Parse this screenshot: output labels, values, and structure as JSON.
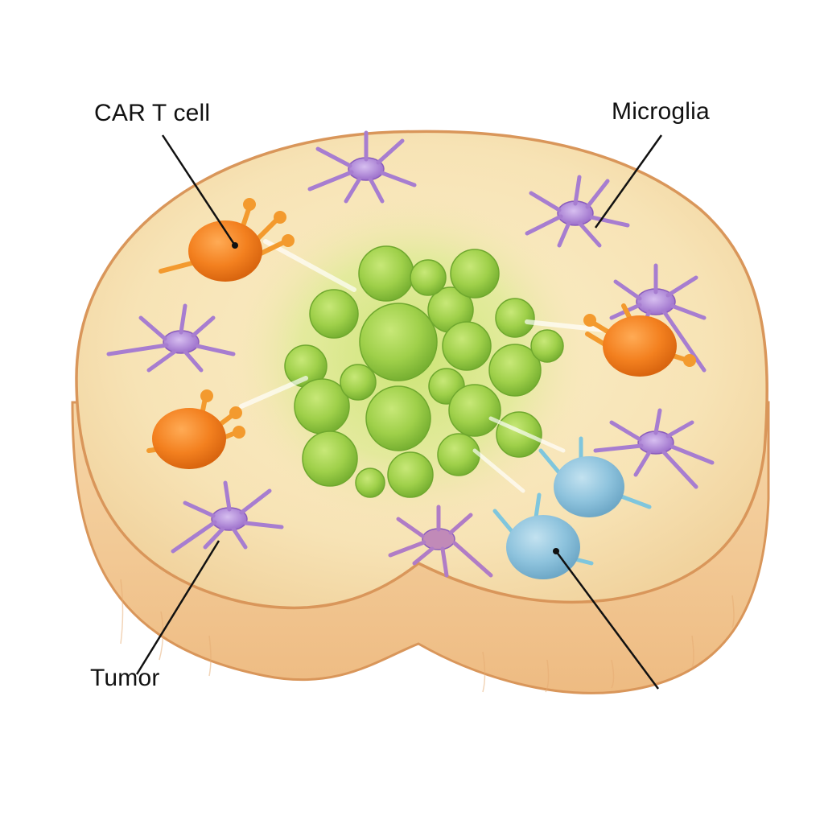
{
  "diagram": {
    "subject": "Cross-section of brain tissue with a tumor surrounded by CAR T cells and microglia",
    "labels": {
      "car_t_cell": "CAR T cell",
      "microglia": "Microglia",
      "tumor": "Tumor"
    },
    "unlabeled_leader": "Leader line from a blue cell ending with no visible text",
    "elements": {
      "car_t_cells": 3,
      "microglia_cells": 7,
      "blue_cells": 2,
      "tumor_mass": 1
    },
    "colors": {
      "background": "#ffffff",
      "tissue_top": "#f7e3b5",
      "tissue_side": "#f2c894",
      "tissue_rim": "#d9965a",
      "tumor_green": "#8cc63f",
      "tumor_green_light": "#b5dc5e",
      "car_t_orange": "#f07f1e",
      "microglia_purple": "#a77dd0",
      "blue_cell": "#8ec3dd",
      "leader_line": "#111111",
      "label_text": "#111111"
    }
  }
}
